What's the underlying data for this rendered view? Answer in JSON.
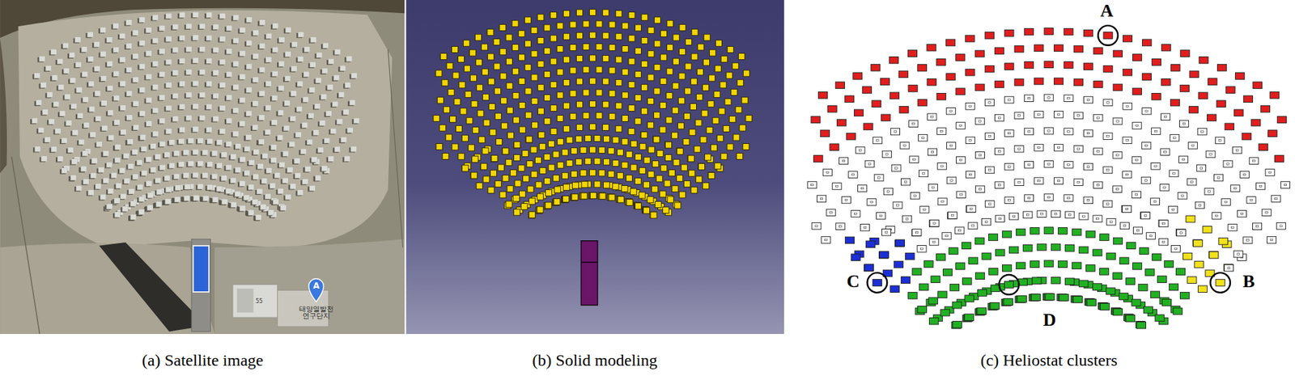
{
  "diagram": {
    "labels": [
      "A",
      "태양열발전 연구단지",
      "55",
      "A",
      "C",
      "B",
      "D",
      "(a) Satellite image",
      "(b) Solid modeling",
      "(c) Heliostat clusters"
    ]
  }
}
